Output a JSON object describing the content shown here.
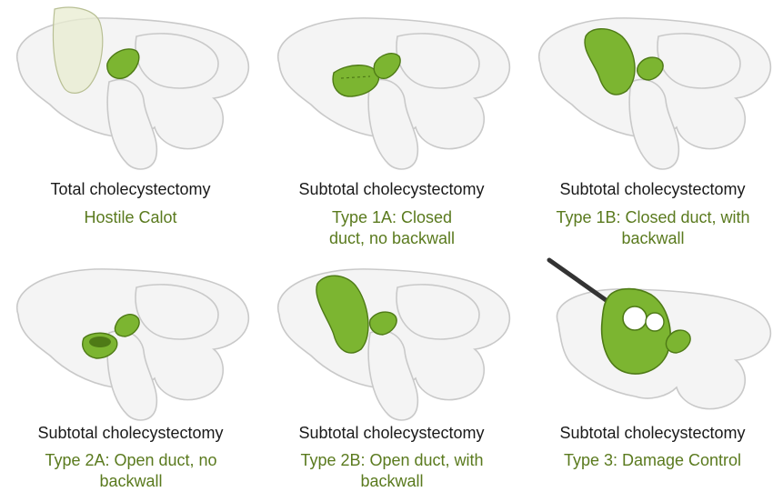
{
  "colors": {
    "accent": "#5a7a1e",
    "organ": "#f4f4f4",
    "outline": "#c9c9c9",
    "green": "#7cb531",
    "green_dark": "#4e7a16"
  },
  "panels": [
    {
      "title": "Total cholecystectomy",
      "subtitle": "Hostile Calot",
      "variant": "total"
    },
    {
      "title": "Subtotal cholecystectomy",
      "subtitle": "Type 1A: Closed duct, no backwall",
      "variant": "1a"
    },
    {
      "title": "Subtotal cholecystectomy",
      "subtitle": "Type 1B: Closed duct, with backwall",
      "variant": "1b"
    },
    {
      "title": "Subtotal cholecystectomy",
      "subtitle": "Type 2A: Open duct, no backwall",
      "variant": "2a"
    },
    {
      "title": "Subtotal cholecystectomy",
      "subtitle": "Type 2B: Open duct, with backwall",
      "variant": "2b"
    },
    {
      "title": "Subtotal cholecystectomy",
      "subtitle": "Type 3: Damage Control",
      "variant": "3"
    }
  ]
}
